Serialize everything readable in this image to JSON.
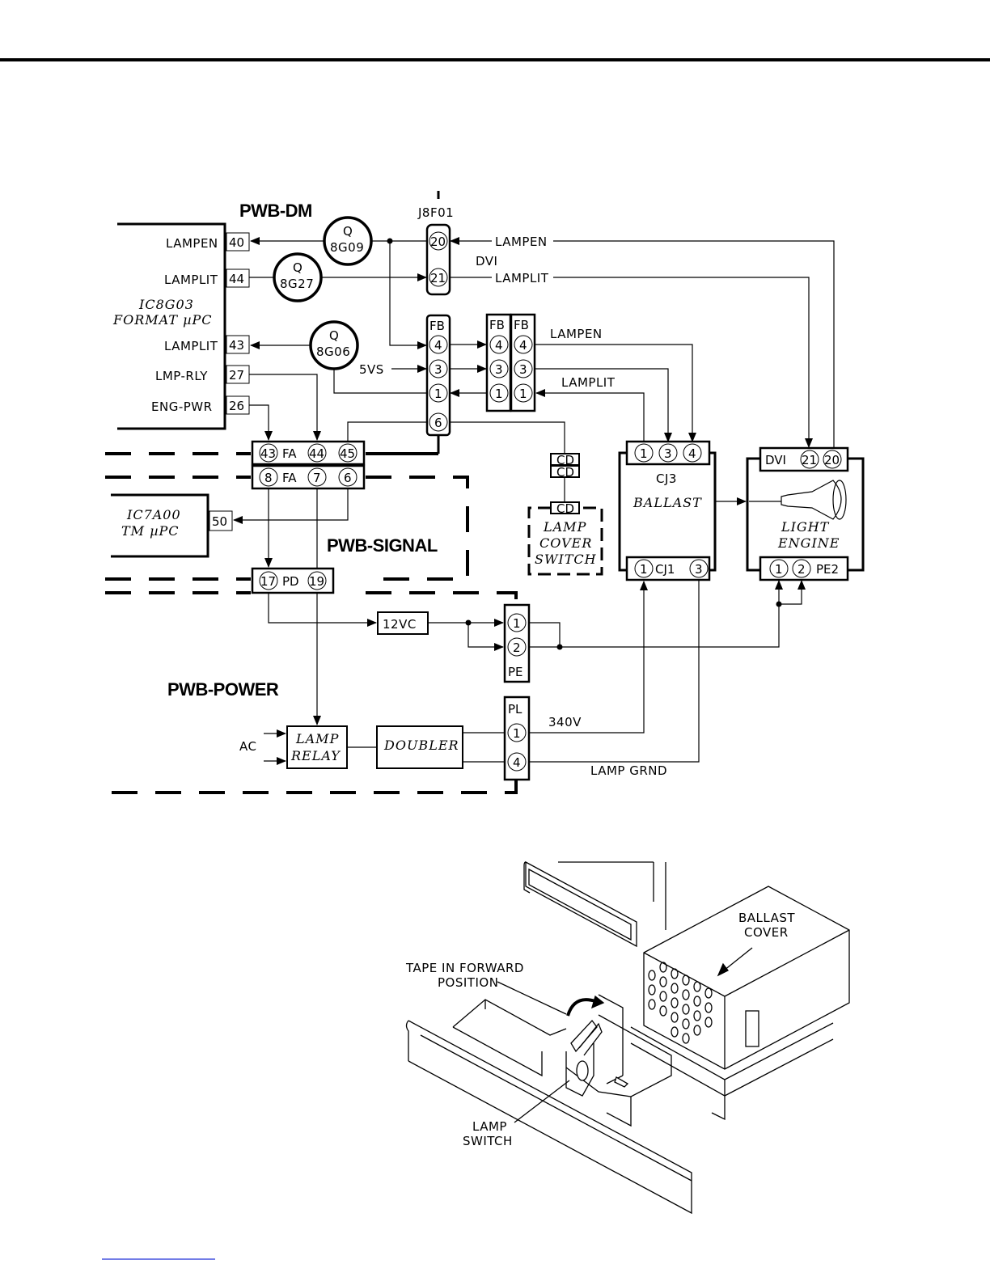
{
  "diagram": {
    "boards": {
      "dm": "PWB-DM",
      "signal": "PWB-SIGNAL",
      "power": "PWB-POWER"
    },
    "ic8g03": {
      "line1": "IC8G03",
      "line2": "FORMAT µPC",
      "pins": [
        {
          "label": "LAMPEN",
          "num": "40"
        },
        {
          "label": "LAMPLIT",
          "num": "44"
        },
        {
          "label": "LAMPLIT",
          "num": "43"
        },
        {
          "label": "LMP-RLY",
          "num": "27"
        },
        {
          "label": "ENG-PWR",
          "num": "26"
        }
      ]
    },
    "ic7a00": {
      "line1": "IC7A00",
      "line2": "TM µPC",
      "pin": "50"
    },
    "transistors": [
      {
        "q": "Q",
        "id": "8G09"
      },
      {
        "q": "Q",
        "id": "8G27"
      },
      {
        "q": "Q",
        "id": "8G06"
      }
    ],
    "j8f01": {
      "name": "J8F01",
      "pins": [
        "20",
        "21"
      ]
    },
    "dvi_label": "DVI",
    "fb": {
      "name": "FB",
      "pins": [
        "4",
        "3",
        "1",
        "6"
      ]
    },
    "fb2": {
      "name": "FB",
      "pins": [
        "4",
        "3",
        "1"
      ]
    },
    "fb3": {
      "name": "FB",
      "pins": [
        "4",
        "3",
        "1"
      ]
    },
    "signals": {
      "lampen_top": "LAMPEN",
      "lamplit_top": "LAMPLIT",
      "lampen_mid": "LAMPEN",
      "lamplit_mid": "LAMPLIT",
      "fivevs": "5VS",
      "ac": "AC",
      "v340": "340V",
      "lamp_grnd": "LAMP GRND"
    },
    "fa_top": {
      "name": "FA",
      "pins": [
        "43",
        "44",
        "45"
      ]
    },
    "fa_bot": {
      "name": "FA",
      "pins": [
        "8",
        "7",
        "6"
      ]
    },
    "pd": {
      "name": "PD",
      "pins": [
        "17",
        "19"
      ]
    },
    "cd": {
      "name": "CD"
    },
    "lamp_cover_switch": [
      "LAMP",
      "COVER",
      "SWITCH"
    ],
    "ballast": {
      "top_conn": "CJ3",
      "top_pins": [
        "1",
        "3",
        "4"
      ],
      "name": "BALLAST",
      "bot_conn": "CJ1",
      "bot_pins": [
        "1",
        "3"
      ]
    },
    "light_engine": {
      "dvi": "DVI",
      "dvi_pins": [
        "21",
        "20"
      ],
      "name_l1": "LIGHT",
      "name_l2": "ENGINE",
      "pe2": "PE2",
      "pe2_pins": [
        "1",
        "2"
      ]
    },
    "v12c": "12VC",
    "pe": {
      "name": "PE",
      "pins": [
        "1",
        "2"
      ]
    },
    "pl": {
      "name": "PL",
      "pins": [
        "1",
        "4"
      ]
    },
    "lamp_relay": [
      "LAMP",
      "RELAY"
    ],
    "doubler": "DOUBLER"
  },
  "illustration": {
    "ballast_cover": [
      "BALLAST",
      "COVER"
    ],
    "tape": [
      "TAPE IN FORWARD",
      "POSITION"
    ],
    "lamp_switch": [
      "LAMP",
      "SWITCH"
    ]
  }
}
